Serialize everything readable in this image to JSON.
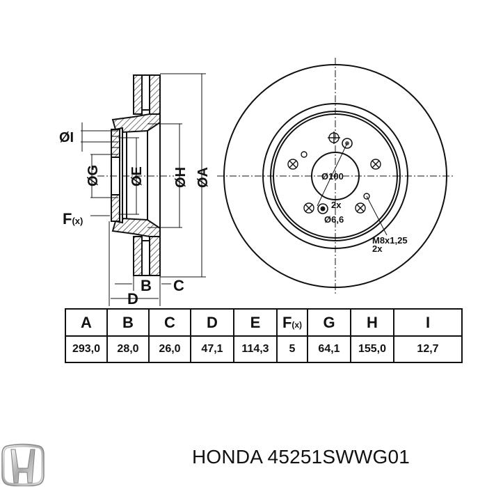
{
  "drawing": {
    "side_labels": {
      "I": "ØI",
      "G": "ØG",
      "E": "ØE",
      "H": "ØH",
      "A": "ØA",
      "F": "F",
      "F_sub": "(x)",
      "B": "B",
      "C": "C",
      "D": "D"
    },
    "front_labels": {
      "center_bore": "Ø100",
      "hole_count": "2x",
      "hole_diameter": "Ø6,6",
      "thread": "M8x1,25",
      "thread_count": "2x"
    }
  },
  "table": {
    "columns": [
      {
        "key": "A",
        "label": "A",
        "value": "293,0"
      },
      {
        "key": "B",
        "label": "B",
        "value": "28,0"
      },
      {
        "key": "C",
        "label": "C",
        "value": "26,0"
      },
      {
        "key": "D",
        "label": "D",
        "value": "47,1"
      },
      {
        "key": "E",
        "label": "E",
        "value": "114,3"
      },
      {
        "key": "F",
        "label": "F",
        "label_sub": "(x)",
        "value": "5"
      },
      {
        "key": "G",
        "label": "G",
        "value": "64,1"
      },
      {
        "key": "H",
        "label": "H",
        "value": "155,0"
      },
      {
        "key": "I",
        "label": "I",
        "value": "12,7"
      }
    ]
  },
  "footer": {
    "brand_logo": "honda-logo",
    "caption": "HONDA 45251SWWG01"
  }
}
